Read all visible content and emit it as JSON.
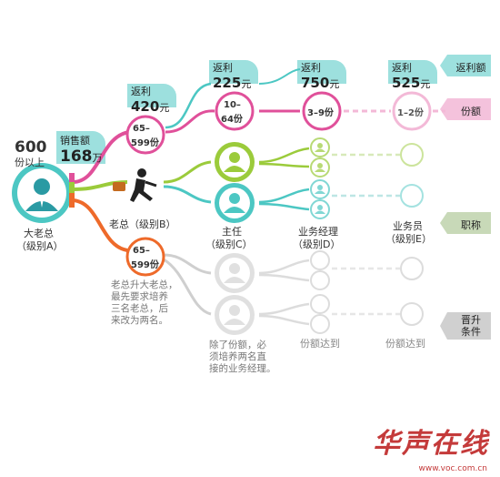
{
  "top_rebates": [
    {
      "label": "返利",
      "value": "225",
      "unit": "元"
    },
    {
      "label": "返利",
      "value": "750",
      "unit": "元"
    },
    {
      "label": "返利",
      "value": "525",
      "unit": "元"
    }
  ],
  "boss_rebate": {
    "label": "返利",
    "value": "420",
    "unit": "元"
  },
  "sales": {
    "label": "销售额",
    "value": "168",
    "unit": "万"
  },
  "big_boss": {
    "amount": "600",
    "amount_sub": "份以上",
    "name": "大老总",
    "level": "（级别A）"
  },
  "boss": {
    "name": "老总（级别B）",
    "shares_top": "65–",
    "shares_top2": "599份",
    "shares_bottom": "65–",
    "shares_bottom2": "599份"
  },
  "director": {
    "name": "主任",
    "level": "（级别C）",
    "shares": "10–",
    "shares2": "64份"
  },
  "manager": {
    "name": "业务经理",
    "level": "（级别D）",
    "shares": "3–9份",
    "condition": "份额达到"
  },
  "staff": {
    "name": "业务员",
    "level": "（级别E）",
    "shares": "1–2份",
    "condition": "份额达到"
  },
  "side_tags": [
    "返利额",
    "份额",
    "职称",
    "晋升",
    "条件"
  ],
  "notes": {
    "boss_note": [
      "老总升大老总，",
      "最先要求培养",
      "三名老总，后",
      "来改为两名。"
    ],
    "director_note": [
      "除了份额，必",
      "须培养两名直",
      "接的业务经理。"
    ]
  },
  "watermark": {
    "text": "华声在线",
    "url": "www.voc.com.cn"
  },
  "colors": {
    "teal": "#4cc7c3",
    "pink": "#e0509a",
    "green": "#9bcb3b",
    "orange": "#ee6a2a",
    "grey": "#bfbfbf"
  }
}
